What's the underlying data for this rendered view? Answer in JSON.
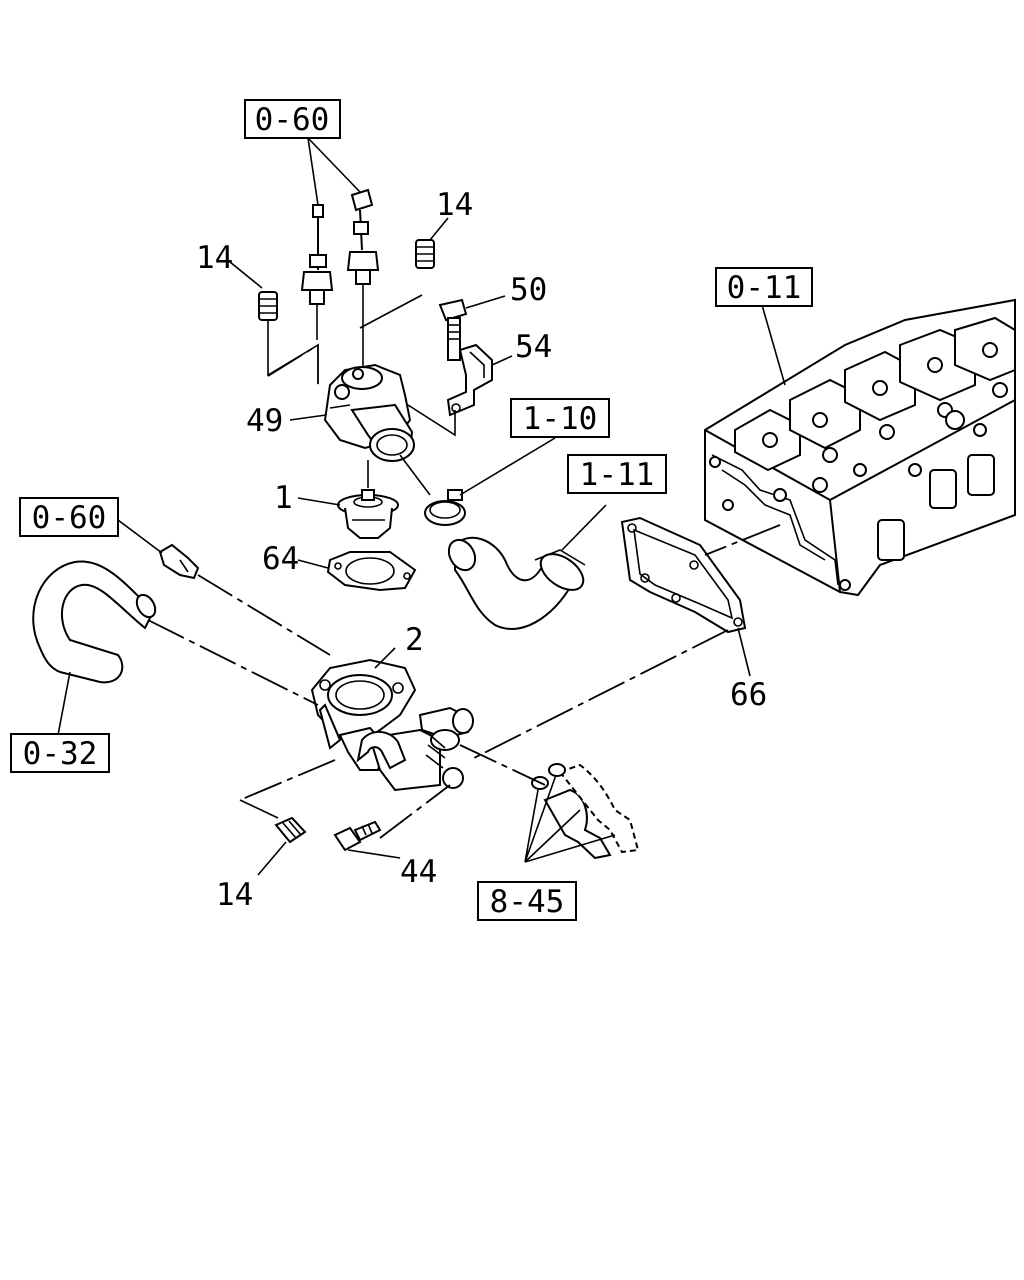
{
  "diagram": {
    "reference_boxes": {
      "ref_top": "0-60",
      "ref_left": "0-60",
      "ref_head": "0-11",
      "ref_hose_clamp": "1-10",
      "ref_hose": "1-11",
      "ref_bypass": "0-32",
      "ref_pipes": "8-45"
    },
    "part_numbers": {
      "plug_top_left": "14",
      "plug_top_right": "14",
      "bolt_50": "50",
      "bracket_54": "54",
      "housing_49": "49",
      "thermostat_1": "1",
      "gasket_64": "64",
      "housing_2": "2",
      "gasket_66": "66",
      "plug_bottom": "14",
      "bolt_44": "44"
    }
  }
}
